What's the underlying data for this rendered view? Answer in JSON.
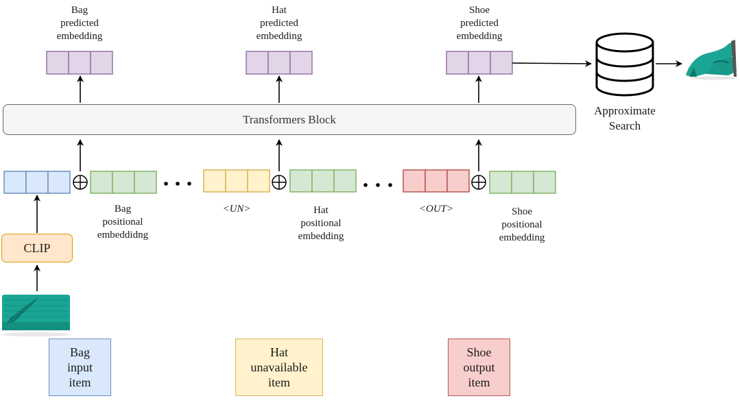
{
  "outputs": {
    "bag": "Bag\npredicted\nembedding",
    "hat": "Hat\npredicted\nembedding",
    "shoe": "Shoe\npredicted\nembedding"
  },
  "transformer": "Transformers Block",
  "search": "Approximate\nSearch",
  "clip": "CLIP",
  "tokens": {
    "un": "<UN>",
    "out": "<OUT>"
  },
  "positional": {
    "bag": "Bag\npositional\nembeddidng",
    "hat": "Hat\npositional\nembedding",
    "shoe": "Shoe\npositional\nembedding"
  },
  "legend": {
    "bag": "Bag\ninput\nitem",
    "hat": "Hat\nunavailable\nitem",
    "shoe": "Shoe\noutput\nitem"
  },
  "colors": {
    "purple_fill": "#e1d5e7",
    "purple_stroke": "#9673a6",
    "blue_fill": "#dae8fc",
    "blue_stroke": "#6c8ebf",
    "green_fill": "#d5e8d4",
    "green_stroke": "#82b366",
    "yellow_fill": "#fff2cc",
    "yellow_stroke": "#d6b656",
    "red_fill": "#f8cecc",
    "red_stroke": "#b85450",
    "clip_fill": "#ffe6cc",
    "clip_stroke": "#d79b00",
    "block_fill": "#f5f5f5",
    "block_stroke": "#666666",
    "teal": "#1aa594"
  }
}
